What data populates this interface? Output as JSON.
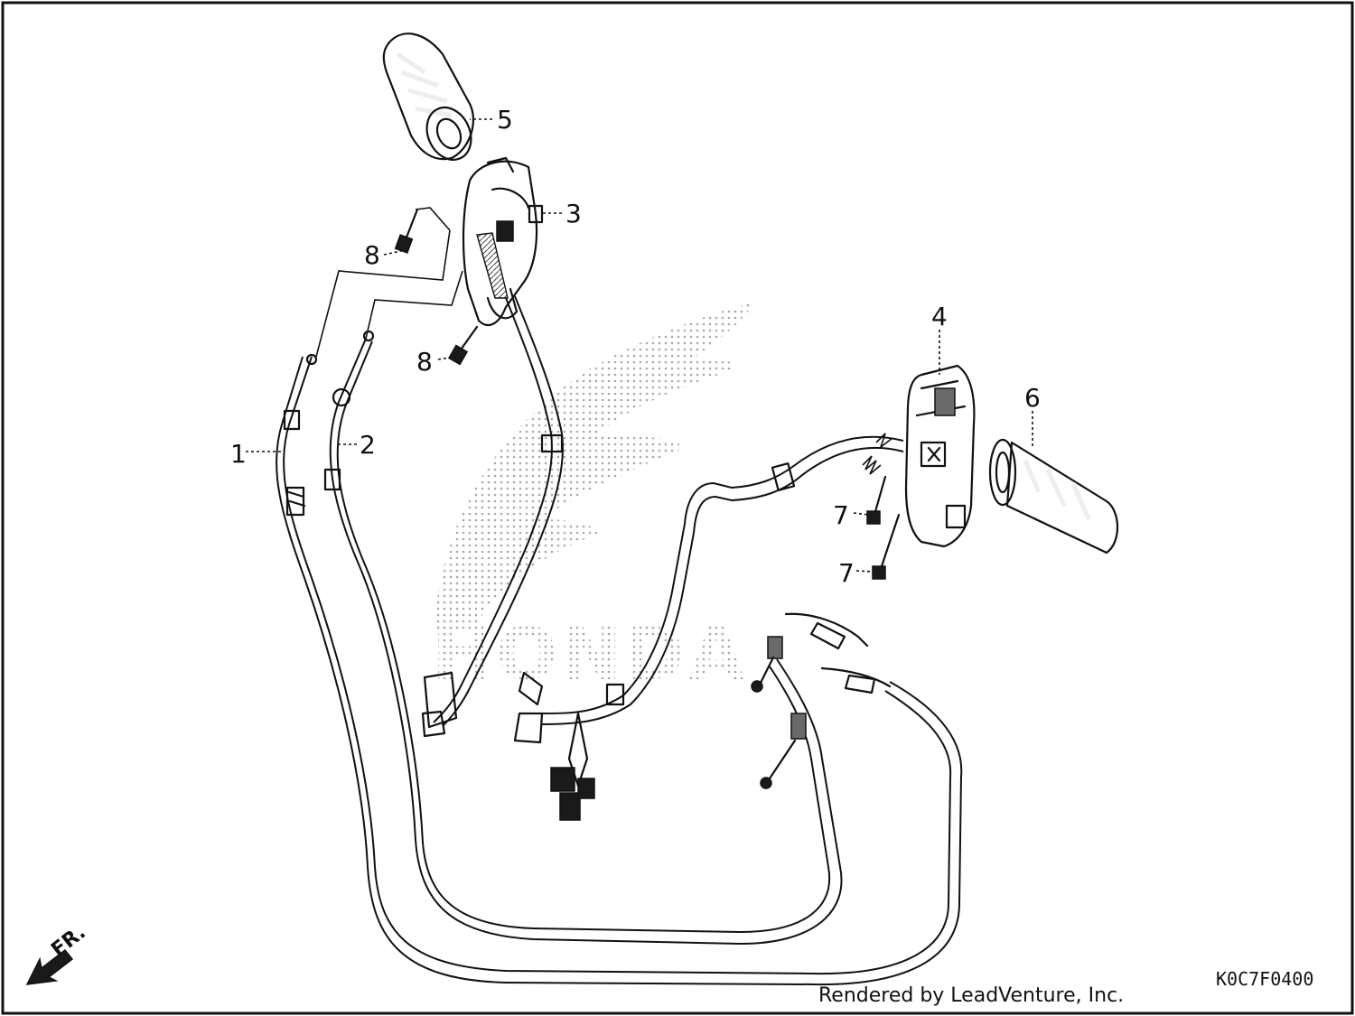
{
  "diagram": {
    "callouts": [
      {
        "id": "1",
        "label": "1"
      },
      {
        "id": "2",
        "label": "2"
      },
      {
        "id": "3",
        "label": "3"
      },
      {
        "id": "4",
        "label": "4"
      },
      {
        "id": "5",
        "label": "5"
      },
      {
        "id": "6",
        "label": "6"
      },
      {
        "id": "7a",
        "label": "7"
      },
      {
        "id": "7b",
        "label": "7"
      },
      {
        "id": "8a",
        "label": "8"
      },
      {
        "id": "8b",
        "label": "8"
      }
    ],
    "direction_label": "FR.",
    "diagram_code": "K0C7F0400",
    "credit": "Rendered by LeadVenture, Inc."
  }
}
